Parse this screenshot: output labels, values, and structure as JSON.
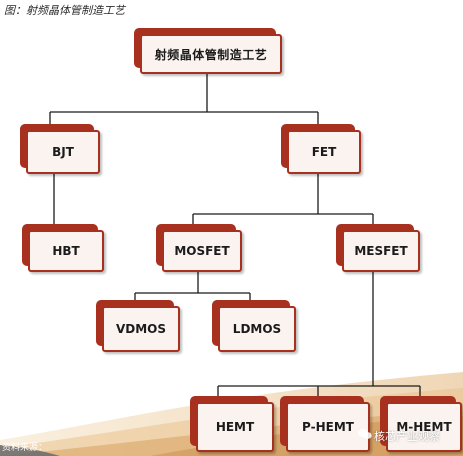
{
  "caption": "图：射频晶体管制造工艺",
  "nodes": {
    "root": "射频晶体管制造工艺",
    "bjt": "BJT",
    "fet": "FET",
    "hbt": "HBT",
    "mosfet": "MOSFET",
    "mesfet": "MESFET",
    "vdmos": "VDMOS",
    "ldmos": "LDMOS",
    "hemt": "HEMT",
    "phemt": "P-HEMT",
    "mhemt": "M-HEMT"
  },
  "footer": {
    "left_text": "资料来源：",
    "right_text": "核芯产业观察"
  },
  "colors": {
    "accent": "#a8301f",
    "box_fill": "#fbf3f0",
    "wave": "#e9c79a"
  }
}
